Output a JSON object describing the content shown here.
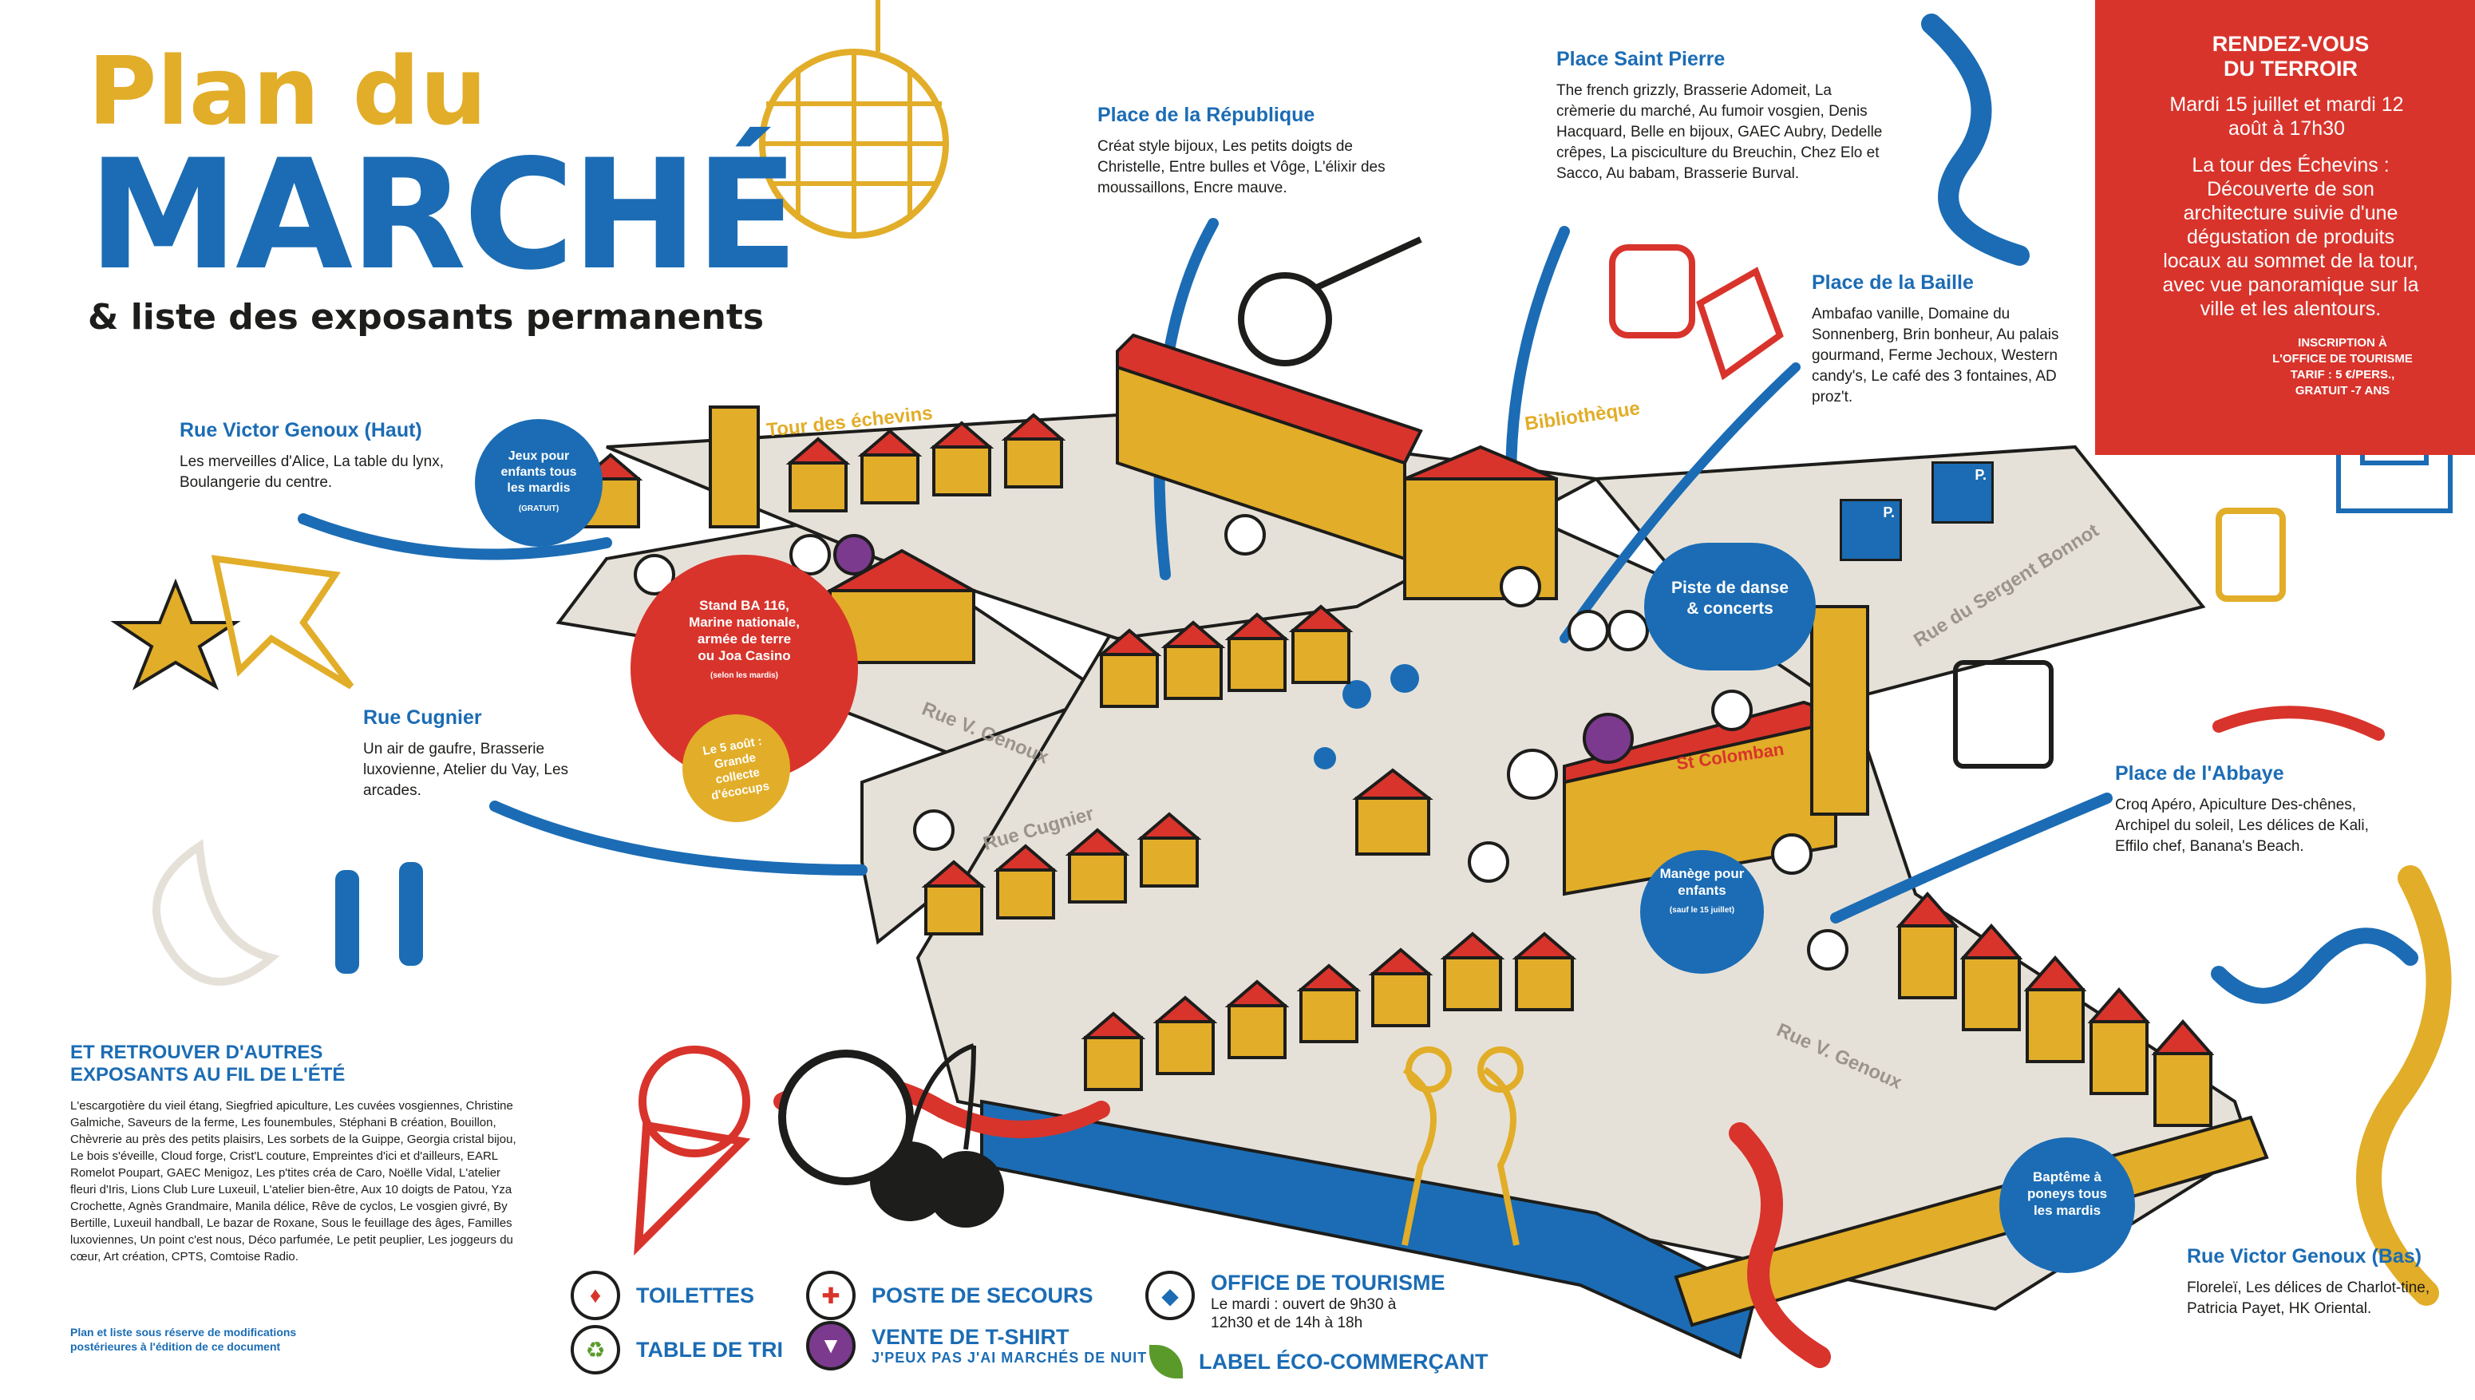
{
  "header": {
    "title_line1": "Plan du",
    "title_line2": "MARCHÉ",
    "subtitle": "& liste des exposants permanents"
  },
  "places": {
    "republique": {
      "title": "Place de la République",
      "text": "Créat style bijoux, Les petits doigts de Christelle, Entre bulles et Vôge, L'élixir des moussaillons, Encre mauve."
    },
    "saint_pierre": {
      "title": "Place Saint Pierre",
      "text": "The french grizzly, Brasserie Adomeit, La crèmerie du marché, Au fumoir vosgien, Denis Hacquard, Belle en bijoux, GAEC Aubry, Dedelle crêpes, La pisciculture du Breuchin, Chez Elo et Sacco, Au babam, Brasserie Burval."
    },
    "baille": {
      "title": "Place de la Baille",
      "text": "Ambafao vanille, Domaine du Sonnenberg, Brin bonheur, Au palais gourmand, Ferme Jechoux, Western candy's, Le café des 3 fontaines, AD proz't."
    },
    "victor_haut": {
      "title": "Rue Victor Genoux (Haut)",
      "text": "Les merveilles d'Alice, La table du lynx, Boulangerie du centre."
    },
    "cugnier": {
      "title": "Rue Cugnier",
      "text": "Un air de gaufre, Brasserie luxovienne, Atelier du Vay, Les arcades."
    },
    "abbaye": {
      "title": "Place de l'Abbaye",
      "text": "Croq Apéro, Apiculture Des-chênes, Archipel du soleil, Les délices de Kali, Effilo chef, Banana's Beach."
    },
    "victor_bas": {
      "title": "Rue Victor Genoux (Bas)",
      "text": "Floreleï, Les délices de Charlot-tine, Patricia Payet, HK Oriental."
    }
  },
  "rendezvous": {
    "title": "RENDEZ-VOUS DU TERROIR",
    "dates": "Mardi 15 juillet et mardi 12 août à 17h30",
    "desc": "La tour des Échevins : Découverte de son architecture suivie d'une dégustation de produits locaux au sommet de la tour, avec vue panoramique sur la ville et les alentours.",
    "inscription": "INSCRIPTION À L'OFFICE DE TOURISME TARIF : 5 €/PERS., GRATUIT -7 ANS"
  },
  "circles": {
    "jeux": {
      "text": "Jeux pour enfants tous les mardis",
      "note": "(GRATUIT)"
    },
    "stand": {
      "text": "Stand BA 116, Marine nationale, armée de terre ou Joa Casino",
      "note": "(selon les mardis)"
    },
    "ecocups": {
      "text": "Le 5 août : Grande collecte d'écocups"
    },
    "danse": {
      "text": "Piste de danse & concerts"
    },
    "manege": {
      "text": "Manège pour enfants",
      "note": "(sauf le 15 juillet)"
    },
    "poneys": {
      "text": "Baptême à poneys tous les mardis"
    }
  },
  "map_labels": {
    "tour": "Tour des échevins",
    "bibliotheque": "Bibliothèque",
    "st_colomban": "St Colomban",
    "rue_vgenoux_1": "Rue V. Genoux",
    "rue_vgenoux_2": "Rue V. Genoux",
    "rue_cugnier": "Rue Cugnier",
    "rue_sergent": "Rue du Sergent Bonnot"
  },
  "others": {
    "title": "ET RETROUVER D'AUTRES EXPOSANTS AU FIL DE L'ÉTÉ",
    "text": "L'escargotière du vieil étang, Siegfried apiculture, Les cuvées vosgiennes, Christine Galmiche, Saveurs de la ferme, Les founembules, Stéphani B création, Bouillon, Chèvrerie au près des petits plaisirs, Les sorbets de la Guippe, Georgia cristal bijou, Le bois s'éveille, Cloud forge, Crist'L couture, Empreintes d'ici et d'ailleurs, EARL Romelot Poupart, GAEC Menigoz, Les p'tites créa de Caro, Noëlle Vidal, L'atelier fleuri d'Iris, Lions Club Lure Luxeuil, L'atelier bien-être, Aux 10 doigts de Patou, Yza Crochette, Agnès Grandmaire, Manila délice, Rêve de cyclos, Le vosgien givré, By Bertille, Luxeuil handball, Le bazar de Roxane, Sous le feuillage des âges, Familles luxoviennes, Un point c'est nous, Déco parfumée, Le petit peuplier, Les joggeurs du cœur, Art création, CPTS, Comtoise Radio.",
    "disclaimer": "Plan et liste sous réserve de modifications postérieures à l'édition de ce document"
  },
  "legend": {
    "toilettes": "TOILETTES",
    "tri": "TABLE DE TRI",
    "secours": "POSTE DE SECOURS",
    "tshirt": "VENTE DE T-SHIRT",
    "tshirt_sub": "J'PEUX PAS J'AI MARCHÉS DE NUIT",
    "office": "OFFICE DE TOURISME",
    "office_hours": "Le mardi : ouvert de 9h30 à 12h30 et de 14h à 18h",
    "label": "LABEL ÉCO-COMMERÇANT"
  },
  "parking": {
    "p": "P."
  },
  "colors": {
    "blue": "#1b6cb4",
    "red": "#d8342c",
    "yellow": "#e2ad28",
    "road": "#e6e1d8"
  }
}
